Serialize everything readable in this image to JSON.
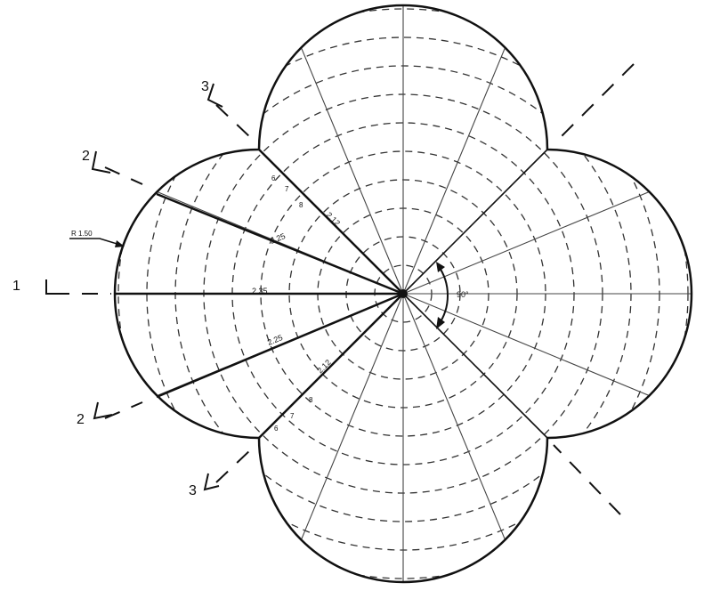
{
  "drawing": {
    "title": "Four-lobe polar layout drawing",
    "radius_callout": "R 1.50",
    "dimensions": [
      "2.35",
      "2.25",
      "2.12",
      "2.25",
      "2.12"
    ],
    "angle_label": "90°",
    "section_labels": {
      "s1": "1",
      "s2a": "2",
      "s2b": "2",
      "s3a": "3",
      "s3b": "3"
    },
    "minor_labels": [
      "6",
      "7",
      "8",
      "6",
      "7",
      "8"
    ],
    "line_color": "#111111",
    "dash_color": "#333333"
  }
}
